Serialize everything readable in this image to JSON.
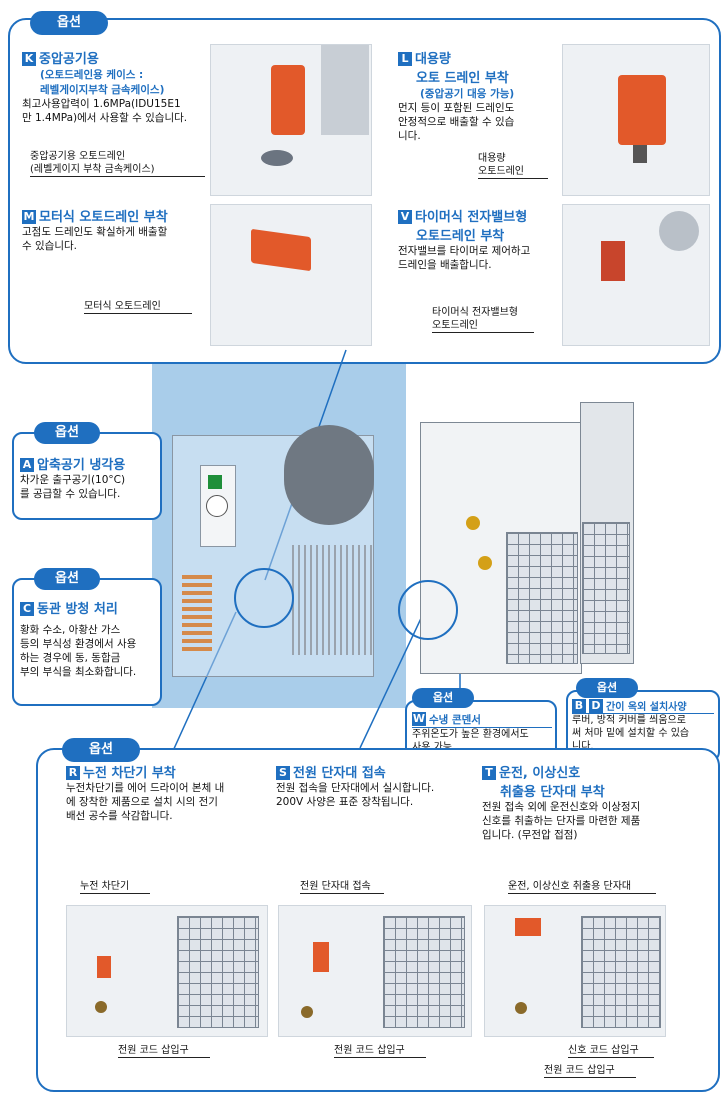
{
  "option_label": "옵션",
  "top": {
    "K": {
      "letter": "K",
      "title": "중압공기용",
      "sub1": "(오토드레인용 케이스 :",
      "sub2": "레벨게이지부착 금속케이스)",
      "desc1": "최고사용압력이 1.6MPa(IDU15E1",
      "desc2": "만 1.4MPa)에서 사용할 수 있습니다.",
      "cap1": "중압공기용 오토드레인",
      "cap2": "(레벨게이지 부착 금속케이스)"
    },
    "L": {
      "letter": "L",
      "title": "대용량",
      "title2": "오토 드레인 부착",
      "sub": "(중압공기 대응 가능)",
      "desc1": "먼지 등이 포함된 드레인도",
      "desc2": "안정적으로 배출할 수 있습",
      "desc3": "니다.",
      "cap1": "대용량",
      "cap2": "오토드레인"
    },
    "M": {
      "letter": "M",
      "title": "모터식 오토드레인 부착",
      "desc1": "고점도 드레인도 확실하게 배출할",
      "desc2": "수 있습니다.",
      "cap": "모터식 오토드레인"
    },
    "V": {
      "letter": "V",
      "title": "타이머식 전자밸브형",
      "title2": "오토드레인 부착",
      "desc1": "전자밸브를 타이머로 제어하고",
      "desc2": "드레인을 배출합니다.",
      "cap1": "타이머식 전자밸브형",
      "cap2": "오토드레인"
    }
  },
  "A": {
    "letter": "A",
    "title": "압축공기 냉각용",
    "desc1": "차가운 출구공기(10°C)",
    "desc2": "를 공급할 수 있습니다."
  },
  "C": {
    "letter": "C",
    "title": "동관 방청 처리",
    "desc1": "황화 수소, 아황산 가스",
    "desc2": "등의 부식성 환경에서 사용",
    "desc3": "하는 경우에 동, 동합금",
    "desc4": "부의 부식을 최소화합니다."
  },
  "W": {
    "letter": "W",
    "title": "수냉 콘덴서",
    "desc1": "주위온도가 높은 환경에서도",
    "desc2": "사용 가능"
  },
  "BD": {
    "letter1": "B",
    "letter2": "D",
    "title": "간이 옥외 설치사양",
    "desc1": "루버, 방적 커버를 씌움으로",
    "desc2": "써 처마 밑에 설치할 수 있습",
    "desc3": "니다."
  },
  "bottom": {
    "R": {
      "letter": "R",
      "title": "누전 차단기 부착",
      "desc1": "누전차단기를 에어 드라이어 본체 내",
      "desc2": "에 장착한 제품으로 설치 시의 전기",
      "desc3": "배선 공수를 삭감합니다.",
      "cap_top": "누전 차단기",
      "cap_bottom": "전원 코드 삽입구"
    },
    "S": {
      "letter": "S",
      "title": "전원 단자대 접속",
      "desc1": "전원 접속을 단자대에서 실시합니다.",
      "desc2": "200V 사양은 표준 장착됩니다.",
      "cap_top": "전원 단자대 접속",
      "cap_bottom": "전원 코드 삽입구"
    },
    "T": {
      "letter": "T",
      "title": "운전, 이상신호",
      "title2": "취출용 단자대 부착",
      "desc1": "전원 접속 외에 운전신호와 이상정지",
      "desc2": "신호를 취출하는 단자를 마련한 제품",
      "desc3": "입니다. (무전압 접점)",
      "cap_top": "운전, 이상신호 취출용 단자대",
      "cap_mid": "신호 코드 삽입구",
      "cap_bottom": "전원 코드 삽입구"
    }
  }
}
